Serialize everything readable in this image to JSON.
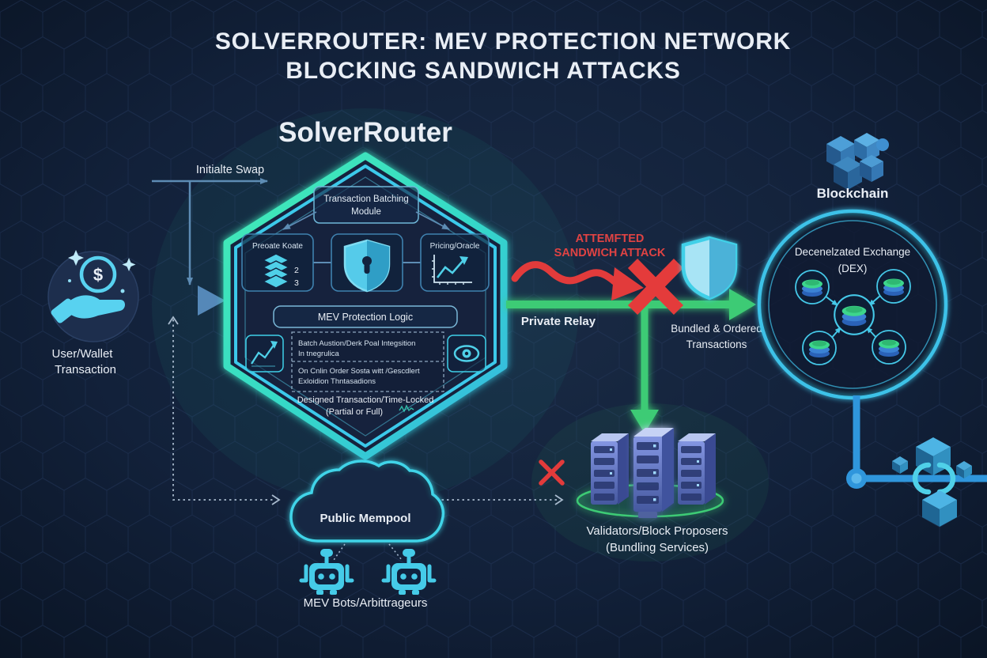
{
  "title": {
    "line1": "SOLVERROUTER: MEV PROTECTION NETWORK",
    "line2": "BLOCKING SANDWICH ATTACKS"
  },
  "left_flow": {
    "user_label_line1": "User/Wallet",
    "user_label_line2": "Transaction",
    "initiate_swap_label": "Initialte Swap",
    "dollar_sign": "$"
  },
  "solver": {
    "heading": "SolverRouter",
    "batching_line1": "Transaction Batching",
    "batching_line2": "Module",
    "private_route_label": "Preoate Koate",
    "badge_2": "2",
    "badge_3": "3",
    "pricing_label": "Pricing/Oracle",
    "logic_label": "MEV Protection Logic",
    "feature1_line1": "Batch Austion/Derk Poal Integsition",
    "feature1_line2": "In tnegrulica",
    "feature2_line1": "On Cnlin Order Sosta witt /Gescdlert",
    "feature2_line2": "Exloidion Thntasadions",
    "footer_line1": "Designed Transaction/Time-Locked",
    "footer_line2": "(Partial or Full)"
  },
  "attack": {
    "line1": "ATTEMFTED",
    "line2": "SANDWICH ATTACK"
  },
  "relay": {
    "private_relay_label": "Private Relay",
    "bundled_line1": "Bundled & Ordered",
    "bundled_line2": "Transactions"
  },
  "blockchain": {
    "label": "Blockchain"
  },
  "dex": {
    "line1": "Decenelzated Exchange",
    "line2": "(DEX)"
  },
  "mempool": {
    "label": "Public Mempool",
    "bots_label": "MEV Bots/Arbittrageurs"
  },
  "validators": {
    "line1": "Validators/Block Proposers",
    "line2": "(Bundling Services)"
  },
  "icons": {
    "names": [
      "hand-coin-icon",
      "layers-icon",
      "shield-keyhole-icon",
      "chart-up-icon",
      "mini-chart-icon",
      "eye-icon",
      "guard-shield-icon",
      "blockchain-cubes-icon",
      "liquidity-pool-icon",
      "cloud-icon",
      "robot-icon",
      "server-tower-icon",
      "chain-link-cubes-icon",
      "red-x-icon",
      "node-dot-icon"
    ]
  },
  "colors": {
    "background": "#0d1a2e",
    "hex_pattern": "#24385c",
    "teal_border": "#38e2b1",
    "cyan": "#3fd0e8",
    "steel_blue": "#4b7dac",
    "flow_green": "#3ecb74",
    "alert_red": "#e23b3b",
    "deep_blue": "#2f96dc",
    "text_white": "#e9eef5"
  }
}
